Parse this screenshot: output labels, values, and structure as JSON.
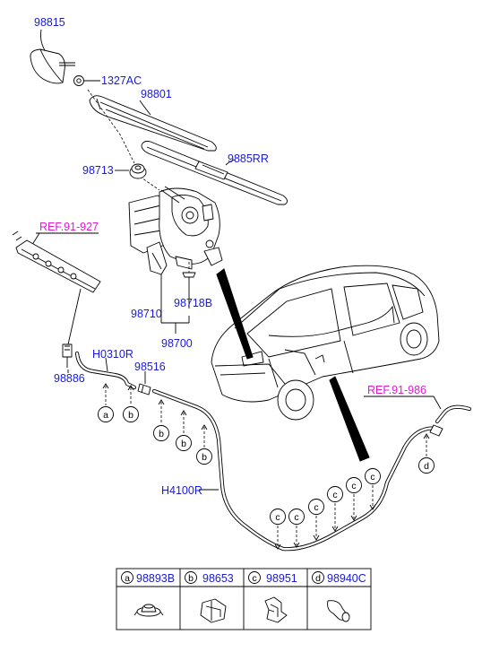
{
  "labels": {
    "p98815": "98815",
    "p1327AC": "1327AC",
    "p98801": "98801",
    "p9885RR": "9885RR",
    "p98713": "98713",
    "ref91927": "REF.91-927",
    "p98718B": "98718B",
    "p98710": "98710",
    "p98700": "98700",
    "pH0310R": "H0310R",
    "p98516": "98516",
    "p98886": "98886",
    "ref91986": "REF.91-986",
    "pH4100R": "H4100R"
  },
  "callouts": {
    "a": "a",
    "b": "b",
    "c": "c",
    "d": "d"
  },
  "legend": [
    {
      "letter": "a",
      "part": "98893B"
    },
    {
      "letter": "b",
      "part": "98653"
    },
    {
      "letter": "c",
      "part": "98951"
    },
    {
      "letter": "d",
      "part": "98940C"
    }
  ]
}
